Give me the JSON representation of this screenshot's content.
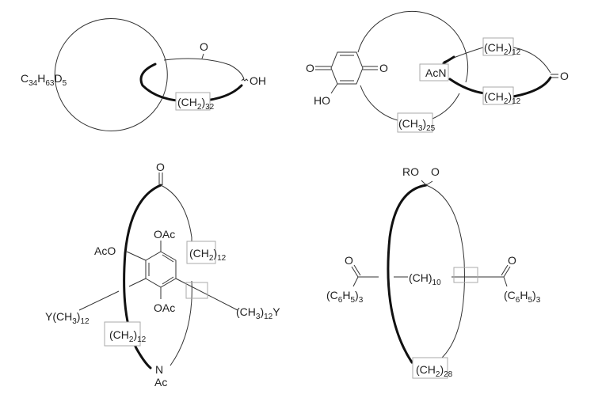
{
  "panel_top_left": {
    "ring_label": "C34H63D5",
    "carbonyl": "O",
    "hydroxyl": "OH",
    "chain": "(CH2)32"
  },
  "panel_top_right": {
    "left_oxo": "O",
    "right_oxo": "O",
    "hydroxy": "HO",
    "chain": "(CH3)25",
    "amide": "AcN",
    "upper_chain": "(CH2)12",
    "lower_chain": "(CH2)12",
    "carbonyl": "O"
  },
  "panel_bottom_left": {
    "carbonyl": "O",
    "top_oac": "OAc",
    "bottom_oac": "OAc",
    "left_aco": "AcO",
    "right_chain": "(CH2)12",
    "left_chain": "(CH2)12",
    "left_arm": "Y(CH3)12",
    "right_arm": "(CH3)12Y",
    "nitrogen": "N",
    "acetyl": "Ac"
  },
  "panel_bottom_right": {
    "ester_ro": "RO",
    "ester_o": "O",
    "axle": "(CH)10",
    "left_o": "O",
    "left_trityl": "(C6H5)3",
    "right_o": "O",
    "right_trityl": "(C6H5)3",
    "chain": "(CH2)28"
  }
}
